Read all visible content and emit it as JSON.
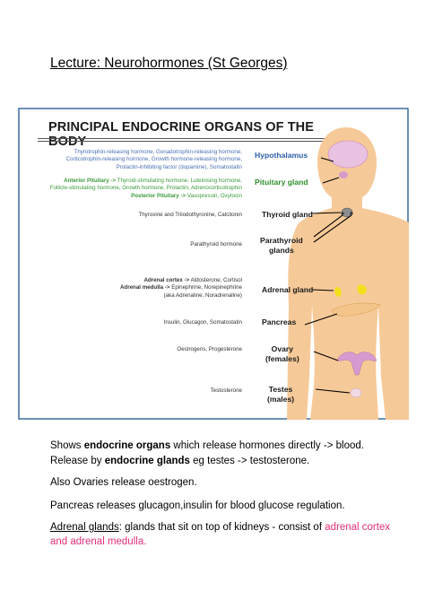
{
  "lecture_title": "Lecture: Neurohormones (St Georges)",
  "figure": {
    "title": "PRINCIPAL ENDOCRINE ORGANS OF THE BODY",
    "hypothalamus": {
      "lines": [
        "Thyrotrophin-releasing hormone, Gonadotrophin-releasing hormone,",
        "Corticotrophin-releasing hormone, Growth hormone-releasing hormone,",
        "Prolactin-inhibiting factor (dopamine), Somatostatin"
      ],
      "label": "Hypothalamus"
    },
    "pituitary": {
      "anterior_prefix": "Anterior Pituitary ->",
      "anterior_line1": "Thyroid-stimulating hormone, Luteinising hormone,",
      "anterior_line2": "Follicle-stimulating hormone,  Growth hormone, Prolactin, Adrenocorticotrophin",
      "posterior_prefix": "Posterior Pituitary ->",
      "posterior_rest": "Vasopressin, Oxytocin",
      "label": "Pituitary gland"
    },
    "thyroid": {
      "hormones": "Thyroxine and Triiodothyronine, Calcitonin",
      "label": "Thyroid gland"
    },
    "parathyroid": {
      "hormones": "Parathyroid hormone",
      "label_line1": "Parathyroid",
      "label_line2": "glands"
    },
    "adrenal": {
      "cortex_prefix": "Adrenal cortex ->",
      "cortex_rest": "Aldosterone, Cortisol",
      "medulla_prefix": "Adrenal medulla ->",
      "medulla_rest": "Epinephrine, Norepinephrine",
      "medulla_note": "(aka Adrenaline, Noradrenaline)",
      "label": "Adrenal gland"
    },
    "pancreas": {
      "hormones": "Insulin, Glucagon, Somatostatin",
      "label": "Pancreas"
    },
    "ovary": {
      "hormones": "Oestrogens, Progesterone",
      "label_line1": "Ovary",
      "label_line2": "(females)"
    },
    "testes": {
      "hormones": "Testosterone",
      "label_line1": "Testes",
      "label_line2": "(males)"
    }
  },
  "notes": {
    "p1_a": "Shows ",
    "p1_b": "endocrine organs",
    "p1_c": " which release hormones directly -> blood.",
    "p2_a": "Release by ",
    "p2_b": "endocrine glands",
    "p2_c": " eg testes -> testosterone.",
    "p3": "Also Ovaries release oestrogen.",
    "p4": " Pancreas releases glucagon,insulin for blood glucose regulation.",
    "p5_a": "Adrenal glands",
    "p5_b": ": glands that sit on top of kidneys - consist of ",
    "p5_c": "adrenal cortex",
    "p5_d": "and adrenal medulla",
    "p5_e": "."
  },
  "colors": {
    "figure_border": "#3b6aa0",
    "skin": "#f6c998",
    "brain": "#e9c2e2",
    "hormone_blue": "#4a6fb5",
    "pituitary_green": "#3a9a3a",
    "note_pink": "#e0307a"
  }
}
